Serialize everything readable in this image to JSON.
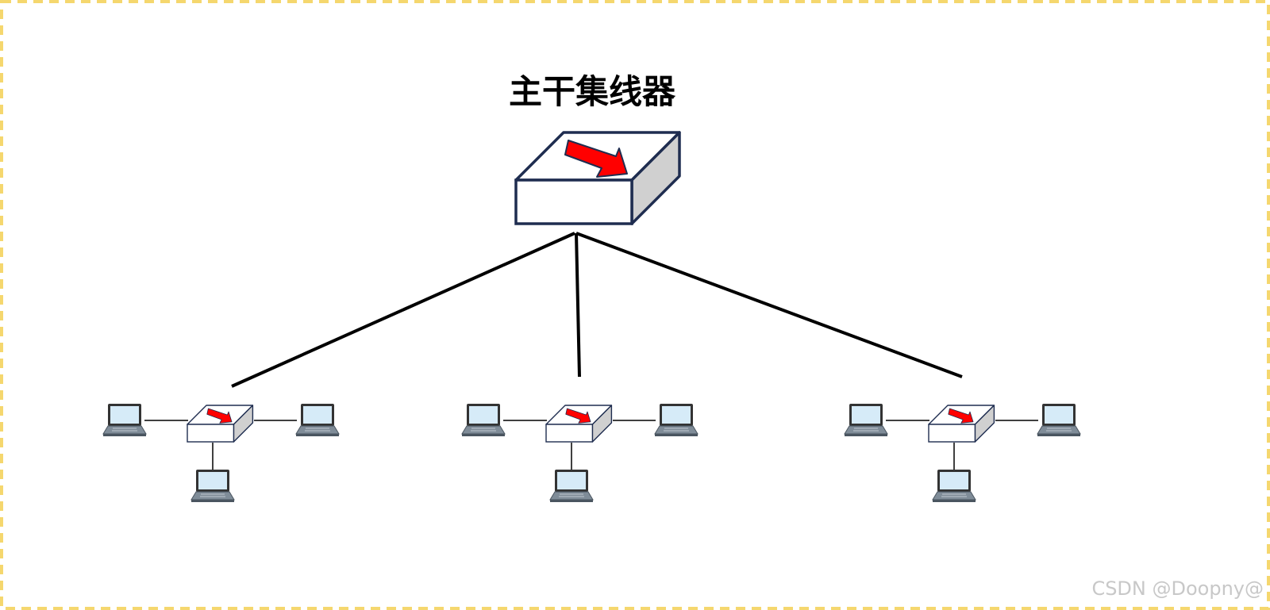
{
  "diagram": {
    "title": "主干集线器",
    "watermark": "CSDN @Doopny@"
  },
  "colors": {
    "frame_border": "#f5d76e",
    "device_outline": "#1f2d50",
    "device_face": "#ffffff",
    "device_side": "#d0d0d0",
    "arrow_fill": "#ff0000",
    "link_line": "#000000",
    "laptop_screen": "#d6ebf8",
    "laptop_body": "#7f8c98",
    "watermark": "#c8c8c8"
  },
  "devices": {
    "core_hub": "hub-icon",
    "group_hub": "hub-icon",
    "host": "laptop-icon"
  },
  "groups": [
    {
      "hub": "group-hub-left",
      "hosts": [
        "laptop-left",
        "laptop-right",
        "laptop-bottom"
      ]
    },
    {
      "hub": "group-hub-center",
      "hosts": [
        "laptop-left",
        "laptop-right",
        "laptop-bottom"
      ]
    },
    {
      "hub": "group-hub-right",
      "hosts": [
        "laptop-left",
        "laptop-right",
        "laptop-bottom"
      ]
    }
  ]
}
